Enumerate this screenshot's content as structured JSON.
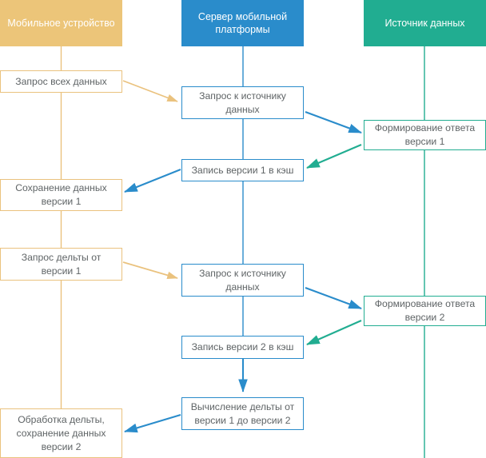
{
  "diagram": {
    "type": "sequence-diagram",
    "title": "",
    "colors": {
      "mobile": "#ecc579",
      "server": "#2a8ccb",
      "source": "#21ad91",
      "text_node": "#5f6466",
      "text_header": "#ffffff",
      "background": "#ffffff"
    },
    "lanes": [
      {
        "id": "mobile",
        "label": "Мобильное устройство",
        "color": "#ecc579"
      },
      {
        "id": "server",
        "label": "Сервер мобильной платформы",
        "color": "#2a8ccb"
      },
      {
        "id": "source",
        "label": "Источник данных",
        "color": "#21ad91"
      }
    ],
    "nodes": [
      {
        "id": "n1",
        "lane": "mobile",
        "label": "Запрос всех данных"
      },
      {
        "id": "n2",
        "lane": "server",
        "label": "Запрос к источнику данных"
      },
      {
        "id": "n3",
        "lane": "source",
        "label": "Формирование ответа версии 1"
      },
      {
        "id": "n4",
        "lane": "server",
        "label": "Запись версии 1 в кэш"
      },
      {
        "id": "n5",
        "lane": "mobile",
        "label": "Сохранение данных версии 1"
      },
      {
        "id": "n6",
        "lane": "mobile",
        "label": "Запрос дельты от версии 1"
      },
      {
        "id": "n7",
        "lane": "server",
        "label": "Запрос к источнику данных"
      },
      {
        "id": "n8",
        "lane": "source",
        "label": "Формирование ответа версии 2"
      },
      {
        "id": "n9",
        "lane": "server",
        "label": "Запись версии 2 в кэш"
      },
      {
        "id": "n10",
        "lane": "server",
        "label": "Вычисление дельты от версии 1 до версии 2"
      },
      {
        "id": "n11",
        "lane": "mobile",
        "label": "Обработка дельты, сохранение данных версии 2"
      }
    ],
    "edges": [
      {
        "from": "n1",
        "to": "n2",
        "color": "#eac27e"
      },
      {
        "from": "n2",
        "to": "n3",
        "color": "#2a8ccb"
      },
      {
        "from": "n3",
        "to": "n4",
        "color": "#21ad91"
      },
      {
        "from": "n4",
        "to": "n5",
        "color": "#2a8ccb"
      },
      {
        "from": "n6",
        "to": "n7",
        "color": "#eac27e"
      },
      {
        "from": "n7",
        "to": "n8",
        "color": "#2a8ccb"
      },
      {
        "from": "n8",
        "to": "n9",
        "color": "#21ad91"
      },
      {
        "from": "n9",
        "to": "n10",
        "color": "#2a8ccb"
      },
      {
        "from": "n10",
        "to": "n11",
        "color": "#2a8ccb"
      }
    ]
  }
}
